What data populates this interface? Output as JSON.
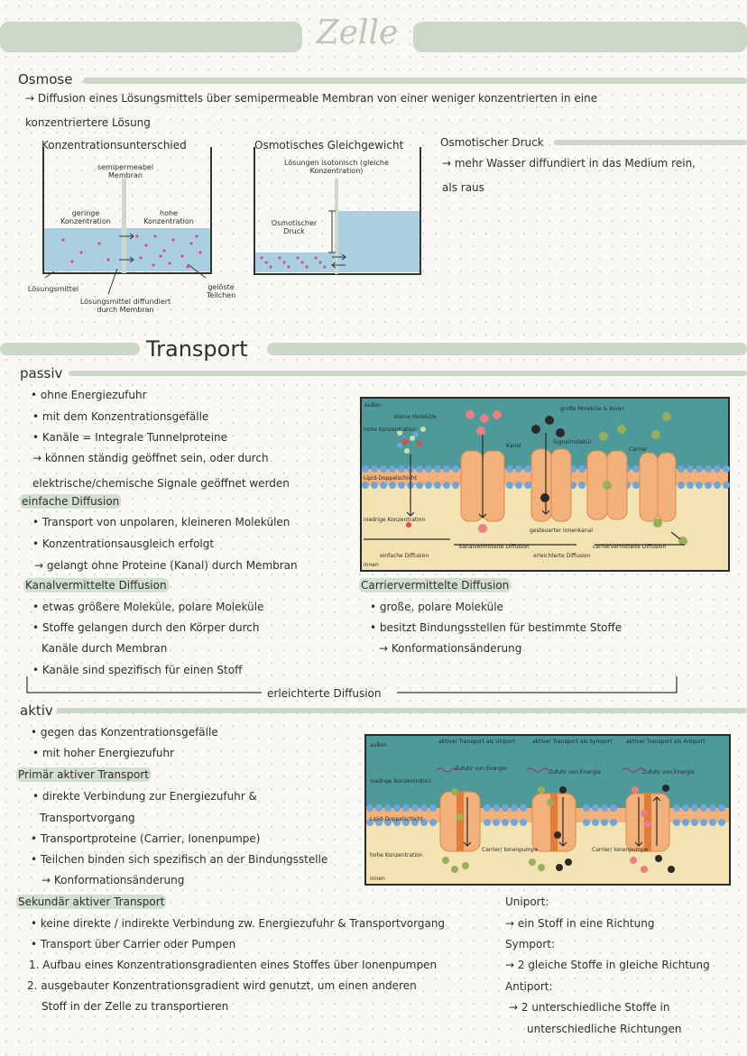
{
  "title": "Zelle",
  "osmose": {
    "heading": "Osmose",
    "line1": "→ Diffusion eines Lösungsmittels über semipermeable Membran von einer weniger konzentrierten in eine",
    "line2": "konzentriertere Lösung",
    "fig1": {
      "label": "Konzentrationsunterschied",
      "semipermeable": "semipermeabel Membran",
      "low": "geringe Konzentration",
      "high": "hohe Konzentration",
      "solvent": "Lösungsmittel",
      "diffuses": "Lösungsmittel diffundiert durch Membran",
      "particles": "gelöste Teilchen"
    },
    "fig2": {
      "label": "Osmotisches Gleichgewicht",
      "isotonic": "Lösungen isotonisch (gleiche Konzentration)",
      "pressure": "Osmotischer Druck"
    },
    "druck": {
      "heading": "Osmotischer Druck",
      "line1": "→ mehr Wasser diffundiert in das Medium rein,",
      "line2": "als raus"
    }
  },
  "transport": {
    "heading": "Transport",
    "passiv": {
      "heading": "passiv",
      "items": [
        "• ohne Energiezufuhr",
        "• mit dem Konzentrationsgefälle",
        "• Kanäle = Integrale Tunnelproteine",
        "→ können ständig geöffnet sein, oder durch",
        "elektrische/chemische Signale geöffnet werden"
      ],
      "einfach": {
        "heading": "einfache Diffusion",
        "items": [
          "• Transport von unpolaren, kleineren Molekülen",
          "• Konzentrationsausgleich erfolgt",
          "→ gelangt ohne Proteine (Kanal) durch Membran"
        ]
      },
      "kanal": {
        "heading": "Kanalvermittelte Diffusion",
        "items": [
          "• etwas größere Moleküle, polare Moleküle",
          "• Stoffe gelangen durch den Körper durch",
          "Kanäle durch Membran",
          "• Kanäle sind spezifisch für einen Stoff"
        ]
      },
      "carrier": {
        "heading": "Carriervermittelte Diffusion",
        "items": [
          "• große, polare Moleküle",
          "• besitzt Bindungsstellen für bestimmte Stoffe",
          "→ Konformationsänderung"
        ]
      },
      "bracket": "erleichterte Diffusion",
      "diagram": {
        "aussen": "außen",
        "innen": "innen",
        "small": "kleine Moleküle",
        "large": "große Moleküle & Ionen",
        "high": "hohe Konzentration",
        "low": "niedrige Konzentration",
        "lipid": "Lipid-Doppelschicht",
        "kanal": "Kanal",
        "signal": "Signalmolekül",
        "carrier": "Carrier",
        "gated": "gesteuerter Ionenkanal",
        "simple": "einfache Diffusion",
        "channel": "kanalvermittelte Diffusion",
        "carrierDiff": "carriervermittelte Diffusion",
        "facilitated": "erleichterte Diffusion"
      }
    },
    "aktiv": {
      "heading": "aktiv",
      "items": [
        "• gegen das Konzentrationsgefälle",
        "• mit hoher Energiezufuhr"
      ],
      "primaer": {
        "heading": "Primär aktiver Transport",
        "items": [
          "• direkte Verbindung zur Energiezufuhr &",
          "Transportvorgang",
          "• Transportproteine (Carrier, Ionenpumpe)",
          "• Teilchen binden sich spezifisch an der Bindungsstelle",
          "→ Konformationsänderung"
        ]
      },
      "sekundaer": {
        "heading": "Sekundär aktiver Transport",
        "items": [
          "• keine direkte / indirekte Verbindung zw. Energiezufuhr & Transportvorgang",
          "• Transport über Carrier oder Pumpen",
          "1. Aufbau eines Konzentrationsgradienten eines Stoffes über Ionenpumpen",
          "2. ausgebauter Konzentrationsgradient wird genutzt, um einen anderen",
          "Stoff in der Zelle zu transportieren"
        ]
      },
      "ports": [
        "Uniport:",
        "→ ein Stoff in eine Richtung",
        "Symport:",
        "→ 2 gleiche Stoffe in gleiche Richtung",
        "Antiport:",
        "→ 2 unterschiedliche Stoffe in",
        "unterschiedliche Richtungen"
      ],
      "diagram": {
        "aussen": "außen",
        "innen": "innen",
        "uniport": "aktiver Transport als Uniport",
        "symport": "aktiver Transport als Symport",
        "antiport": "aktiver Transport als Antiport",
        "energy": "Zufuhr von Energie",
        "low": "niedrige Konzentration",
        "high": "hohe Konzentration",
        "lipid": "Lipid-Doppelschicht",
        "carrier": "Carrier/ Ionenpumpe"
      }
    }
  },
  "colors": {
    "accent": "#ccd8c7",
    "water": "#a9cfe0",
    "particle": "#e0507a",
    "protein": "#f2b07a",
    "diagramBg": "#4e9a9a",
    "innerBg": "#f4e3b2"
  }
}
